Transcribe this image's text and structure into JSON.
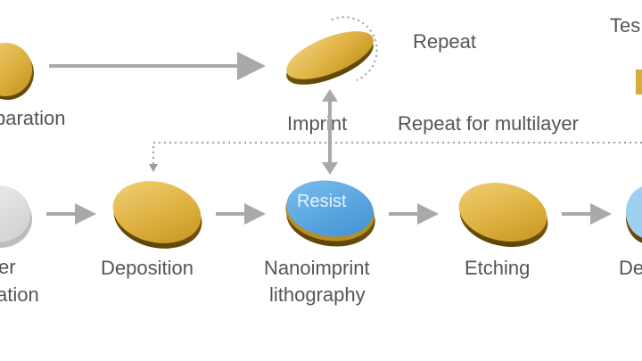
{
  "labels": {
    "top_left_partial": "paration",
    "imprint": "Imprint",
    "repeat": "Repeat",
    "repeat_multilayer": "Repeat for multilayer",
    "top_right_partial": "Tes",
    "resist": "Resist",
    "bottom_left_line1": "er",
    "bottom_left_line2": "ation",
    "deposition": "Deposition",
    "nanoimprint_line1": "Nanoimprint",
    "nanoimprint_line2": "lithography",
    "etching": "Etching",
    "bottom_right_partial": "De"
  },
  "colors": {
    "gold_top": "#e2b84a",
    "gold_side": "#9a7418",
    "silver": "#dcdcdc",
    "resist_blue": "#5aa6e0",
    "arrow_gray": "#a9a9a9",
    "dotted_gray": "#9a9aa8",
    "text": "#555555"
  }
}
